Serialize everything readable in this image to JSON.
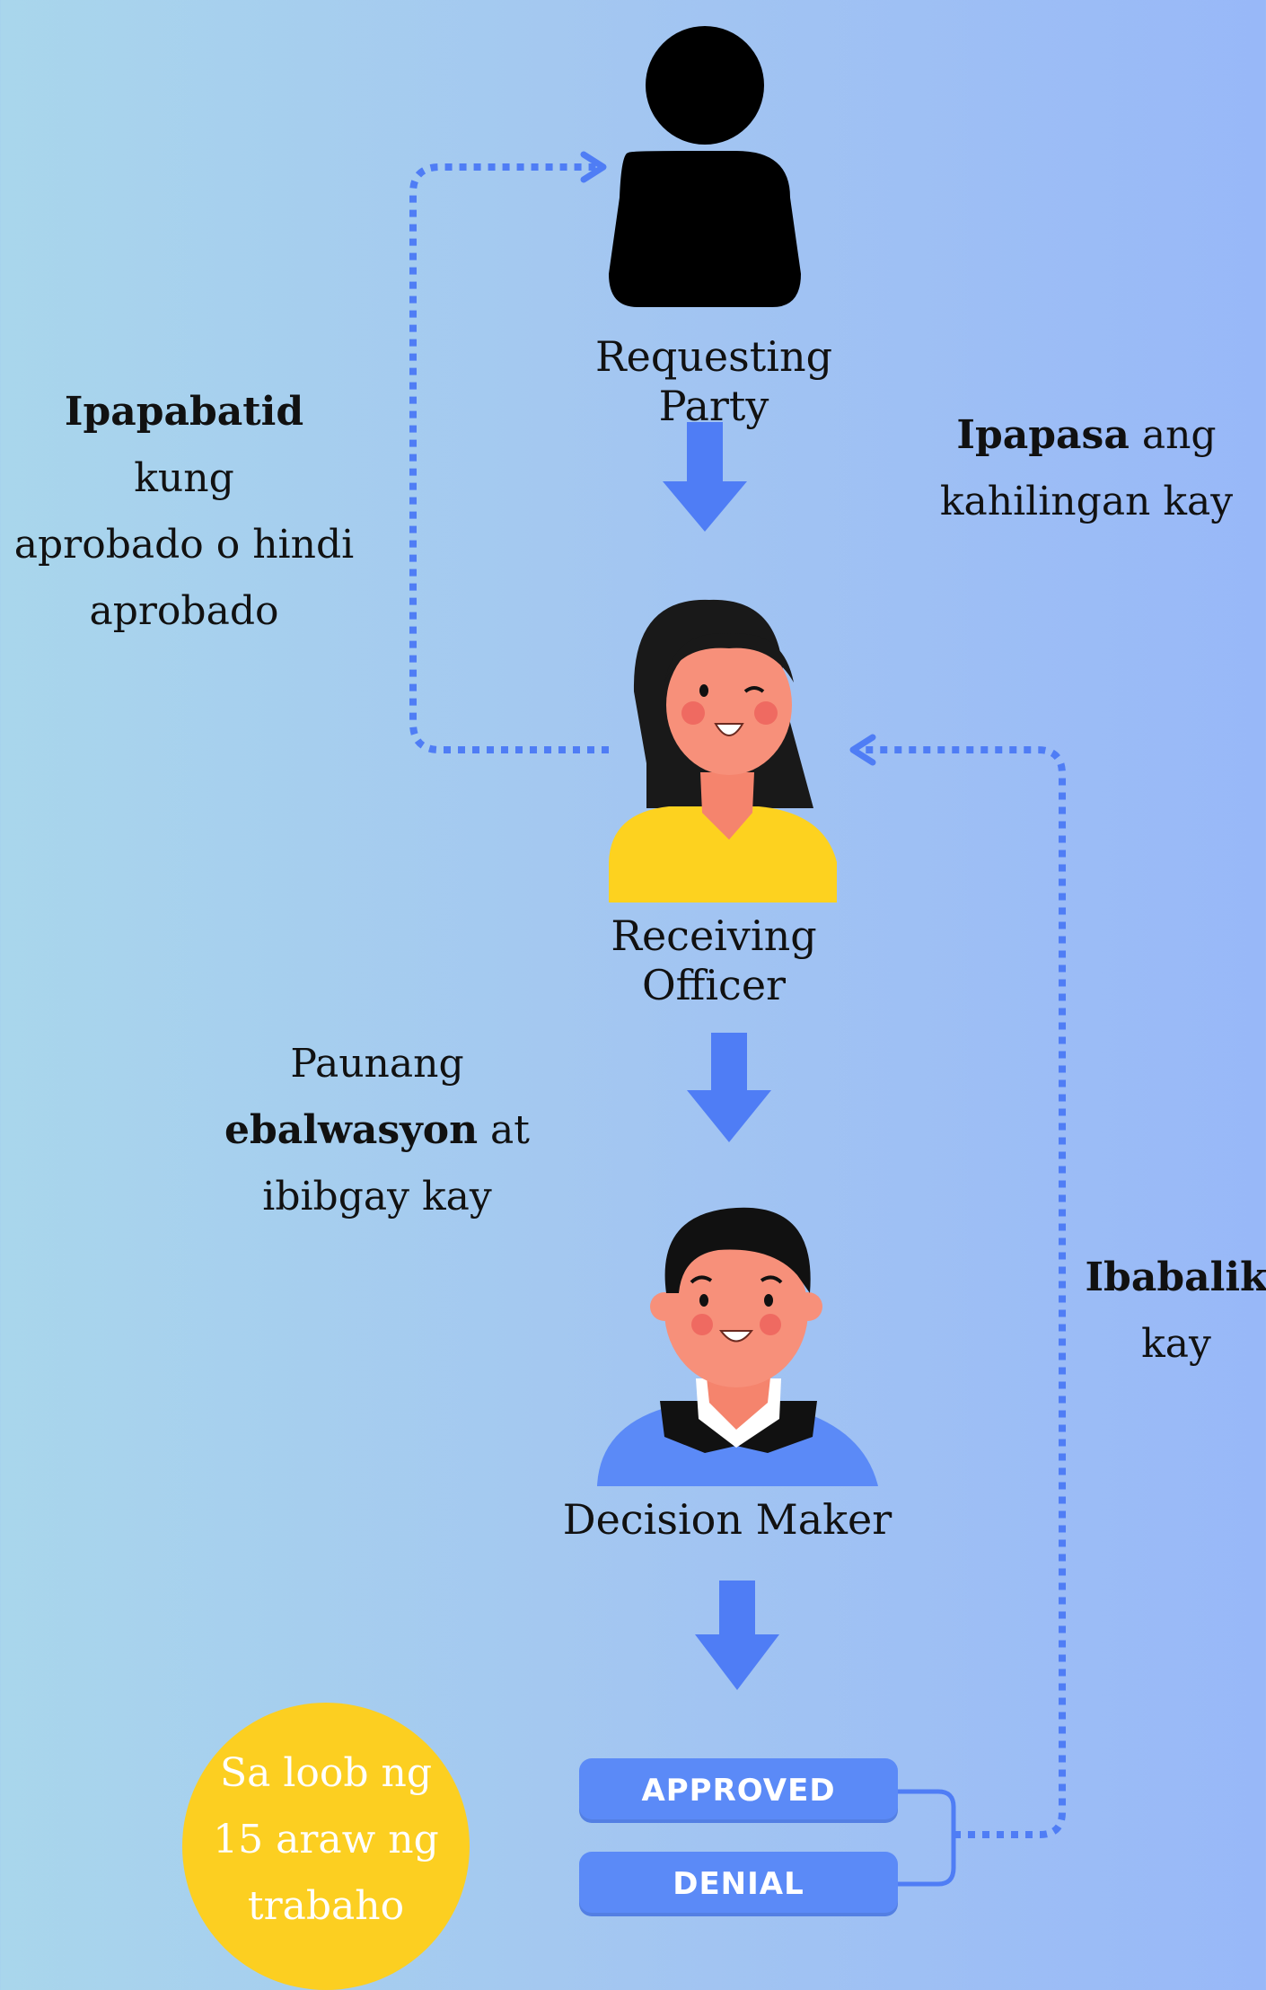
{
  "nodes": {
    "requesting_party": "Requesting Party",
    "receiving_officer": "Receiving Officer",
    "decision_maker": "Decision Maker"
  },
  "notes": {
    "notify": {
      "bold": "Ipapabatid",
      "rest_line1": " kung",
      "line2": "aprobado o hindi",
      "line3": "aprobado"
    },
    "forward": {
      "bold": "Ipapasa",
      "rest_line1": " ang",
      "line2": "kahilingan kay"
    },
    "evaluate": {
      "line1": "Paunang",
      "bold": "ebalwasyon",
      "rest_line2": " at",
      "line3": "ibibgay kay"
    },
    "return": {
      "bold": "Ibabalik",
      "line2": "kay"
    }
  },
  "outcomes": {
    "approved": "APPROVED",
    "denial": "DENIAL"
  },
  "deadline": {
    "line1": "Sa loob ng",
    "line2": "15 araw ng",
    "line3": "trabaho"
  },
  "colors": {
    "arrow": "#4f7df5",
    "dotted_connector": "#4f7df5",
    "pill": "#5b8af7",
    "badge": "#fccf21",
    "person_silhouette": "#000000",
    "woman_shirt": "#fdd21f",
    "man_shirt": "#5b8af7",
    "skin": "#f7907a"
  }
}
